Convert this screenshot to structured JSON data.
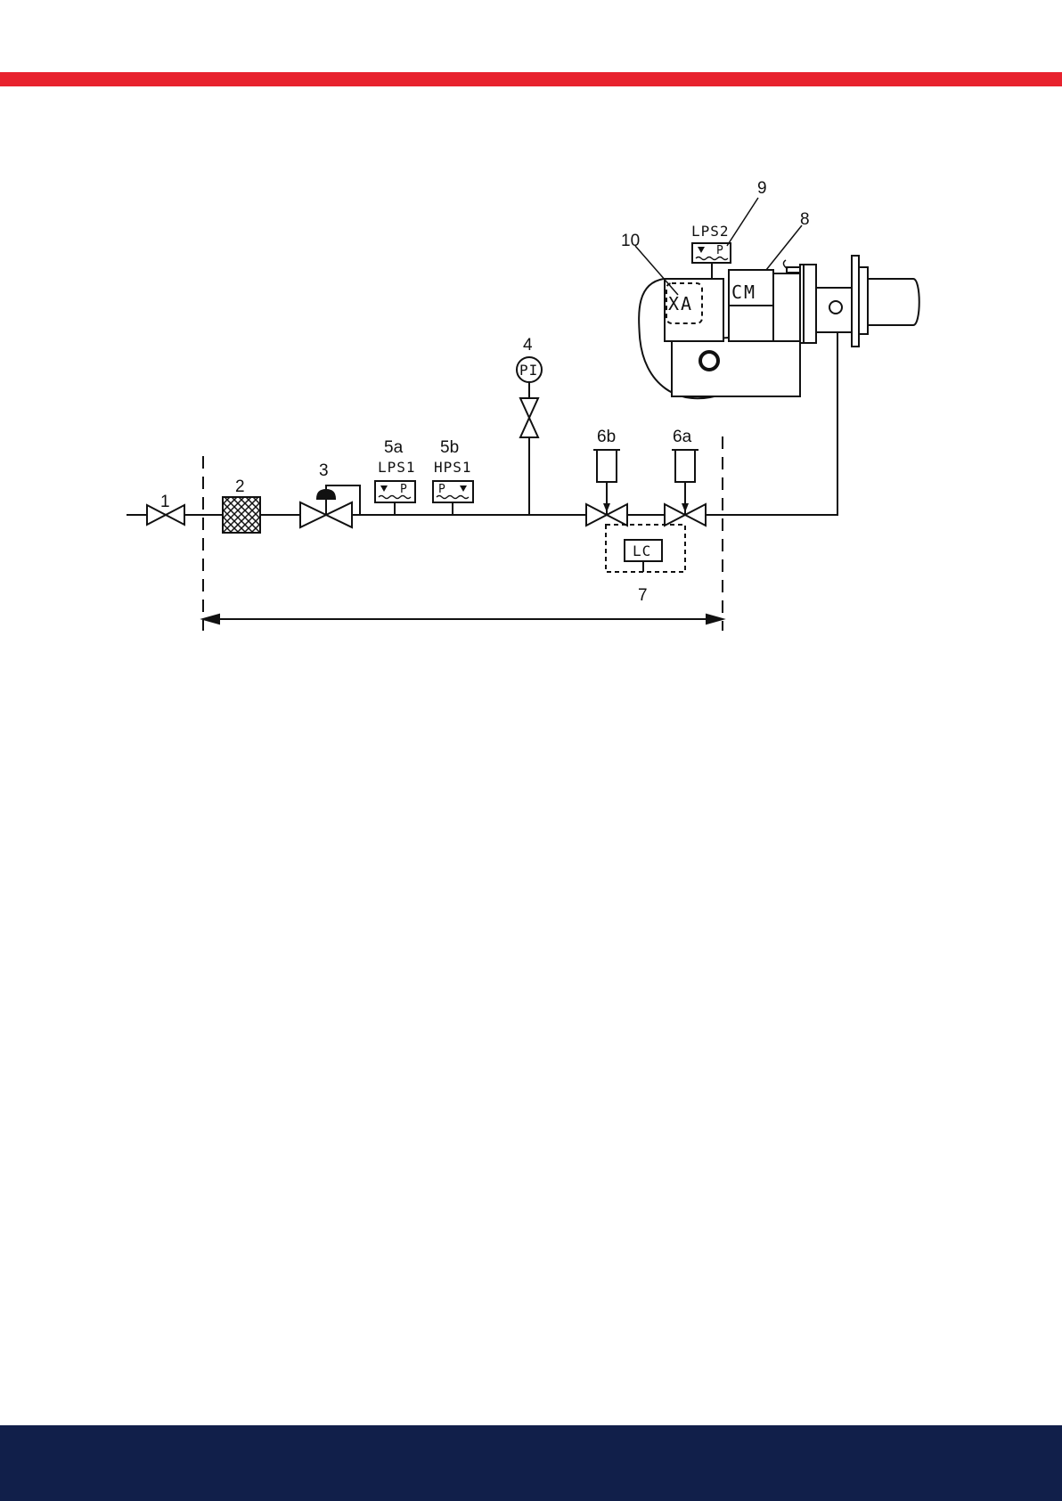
{
  "colors": {
    "accent_red": "#e8222e",
    "footer_navy": "#111f4a",
    "line": "#111111"
  },
  "labels": {
    "valve_1": "1",
    "filter_2": "2",
    "regulator_3": "3",
    "gauge_4": "4",
    "switch_5a": "5a",
    "switch_5b": "5b",
    "valve_6a": "6a",
    "valve_6b": "6b",
    "control_7": "7",
    "cm_8": "8",
    "lps2_9": "9",
    "xa_10": "10"
  },
  "tags": {
    "gauge": "PI",
    "low_switch": "LPS1",
    "high_switch": "HPS1",
    "switch_p": "P",
    "leak_control": "LC",
    "burner_switch": "LPS2",
    "combustion_manager": "CM",
    "flame_detector": "XA"
  }
}
